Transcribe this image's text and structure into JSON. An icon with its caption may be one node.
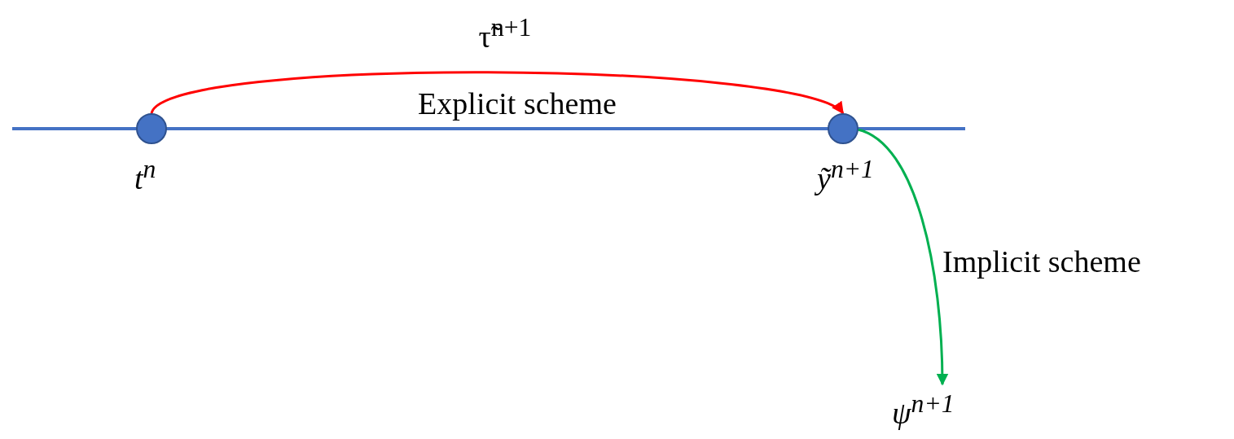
{
  "diagram": {
    "nodes": [
      {
        "text": [],
        "shape": "circle",
        "beside": [
          "t$^{n}$"
        ]
      },
      {
        "text": [],
        "shape": "circle",
        "beside": [
          "ỹ$^{n+1}$"
        ]
      },
      {
        "text": [
          "ψ$^{n+1}$"
        ]
      }
    ],
    "edges": [
      {
        "from": 0,
        "to": 1,
        "arrow": "to",
        "label": "Explicit scheme",
        "color": "#ff0000"
      },
      {
        "from": 1,
        "to": 2,
        "arrow": "to",
        "label": "Implicit scheme",
        "color": "#00b050"
      }
    ],
    "labels": [
      "τ̃$^{n+1}$"
    ]
  }
}
